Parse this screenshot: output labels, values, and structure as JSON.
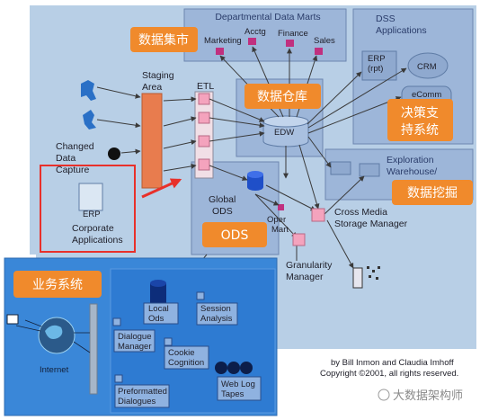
{
  "labels": {
    "departmental_data_marts": "Departmental Data Marts",
    "marketing": "Marketing",
    "acctg": "Acctg",
    "finance": "Finance",
    "sales": "Sales",
    "dss_line1": "DSS",
    "dss_line2": "Applications",
    "erp_rpt_line1": "ERP",
    "erp_rpt_line2": "(rpt)",
    "crm": "CRM",
    "ecomm": "eComm",
    "staging_line1": "Staging",
    "staging_line2": "Area",
    "etl": "ETL",
    "changed_line1": "Changed",
    "changed_line2": "Data",
    "changed_line3": "Capture",
    "erp": "ERP",
    "corporate_line1": "Corporate",
    "corporate_line2": "Applications",
    "edw": "EDW",
    "global_ods_line1": "Global",
    "global_ods_line2": "ODS",
    "oper_mart_line1": "Oper",
    "oper_mart_line2": "Mart",
    "exploration_line1": "Exploration",
    "exploration_line2": "Warehouse/",
    "cross_media_line1": "Cross Media",
    "cross_media_line2": "Storage Manager",
    "granularity_line1": "Granularity",
    "granularity_line2": "Manager",
    "internet": "Internet",
    "local_ods_line1": "Local",
    "local_ods_line2": "Ods",
    "session_line1": "Session",
    "session_line2": "Analysis",
    "dialogue_mgr_line1": "Dialogue",
    "dialogue_mgr_line2": "Manager",
    "cookie_line1": "Cookie",
    "cookie_line2": "Cognition",
    "preformatted_line1": "Preformatted",
    "preformatted_line2": "Dialogues",
    "weblog_line1": "Web Log",
    "weblog_line2": "Tapes",
    "credit_line1": "by Bill Inmon and Claudia Imhoff",
    "credit_line2": "Copyright ©2001, all rights reserved.",
    "watermark": "大数据架构师"
  },
  "callouts": {
    "data_mart": "数据集市",
    "data_warehouse": "数据仓库",
    "dss_line1": "决策支",
    "dss_line2": "持系统",
    "data_mining": "数据挖掘",
    "ods": "ODS",
    "business_system": "业务系统"
  },
  "colors": {
    "background_blue": "#b8cfe6",
    "panel_blue": "#9db6d9",
    "business_panel": "#2f7fd6",
    "orange_callout": "#f08a2c",
    "pink_node": "#f4a3bd",
    "magenta_node": "#c0307f",
    "staging_bar": "#e87c4e",
    "red_highlight": "#e8302a"
  }
}
